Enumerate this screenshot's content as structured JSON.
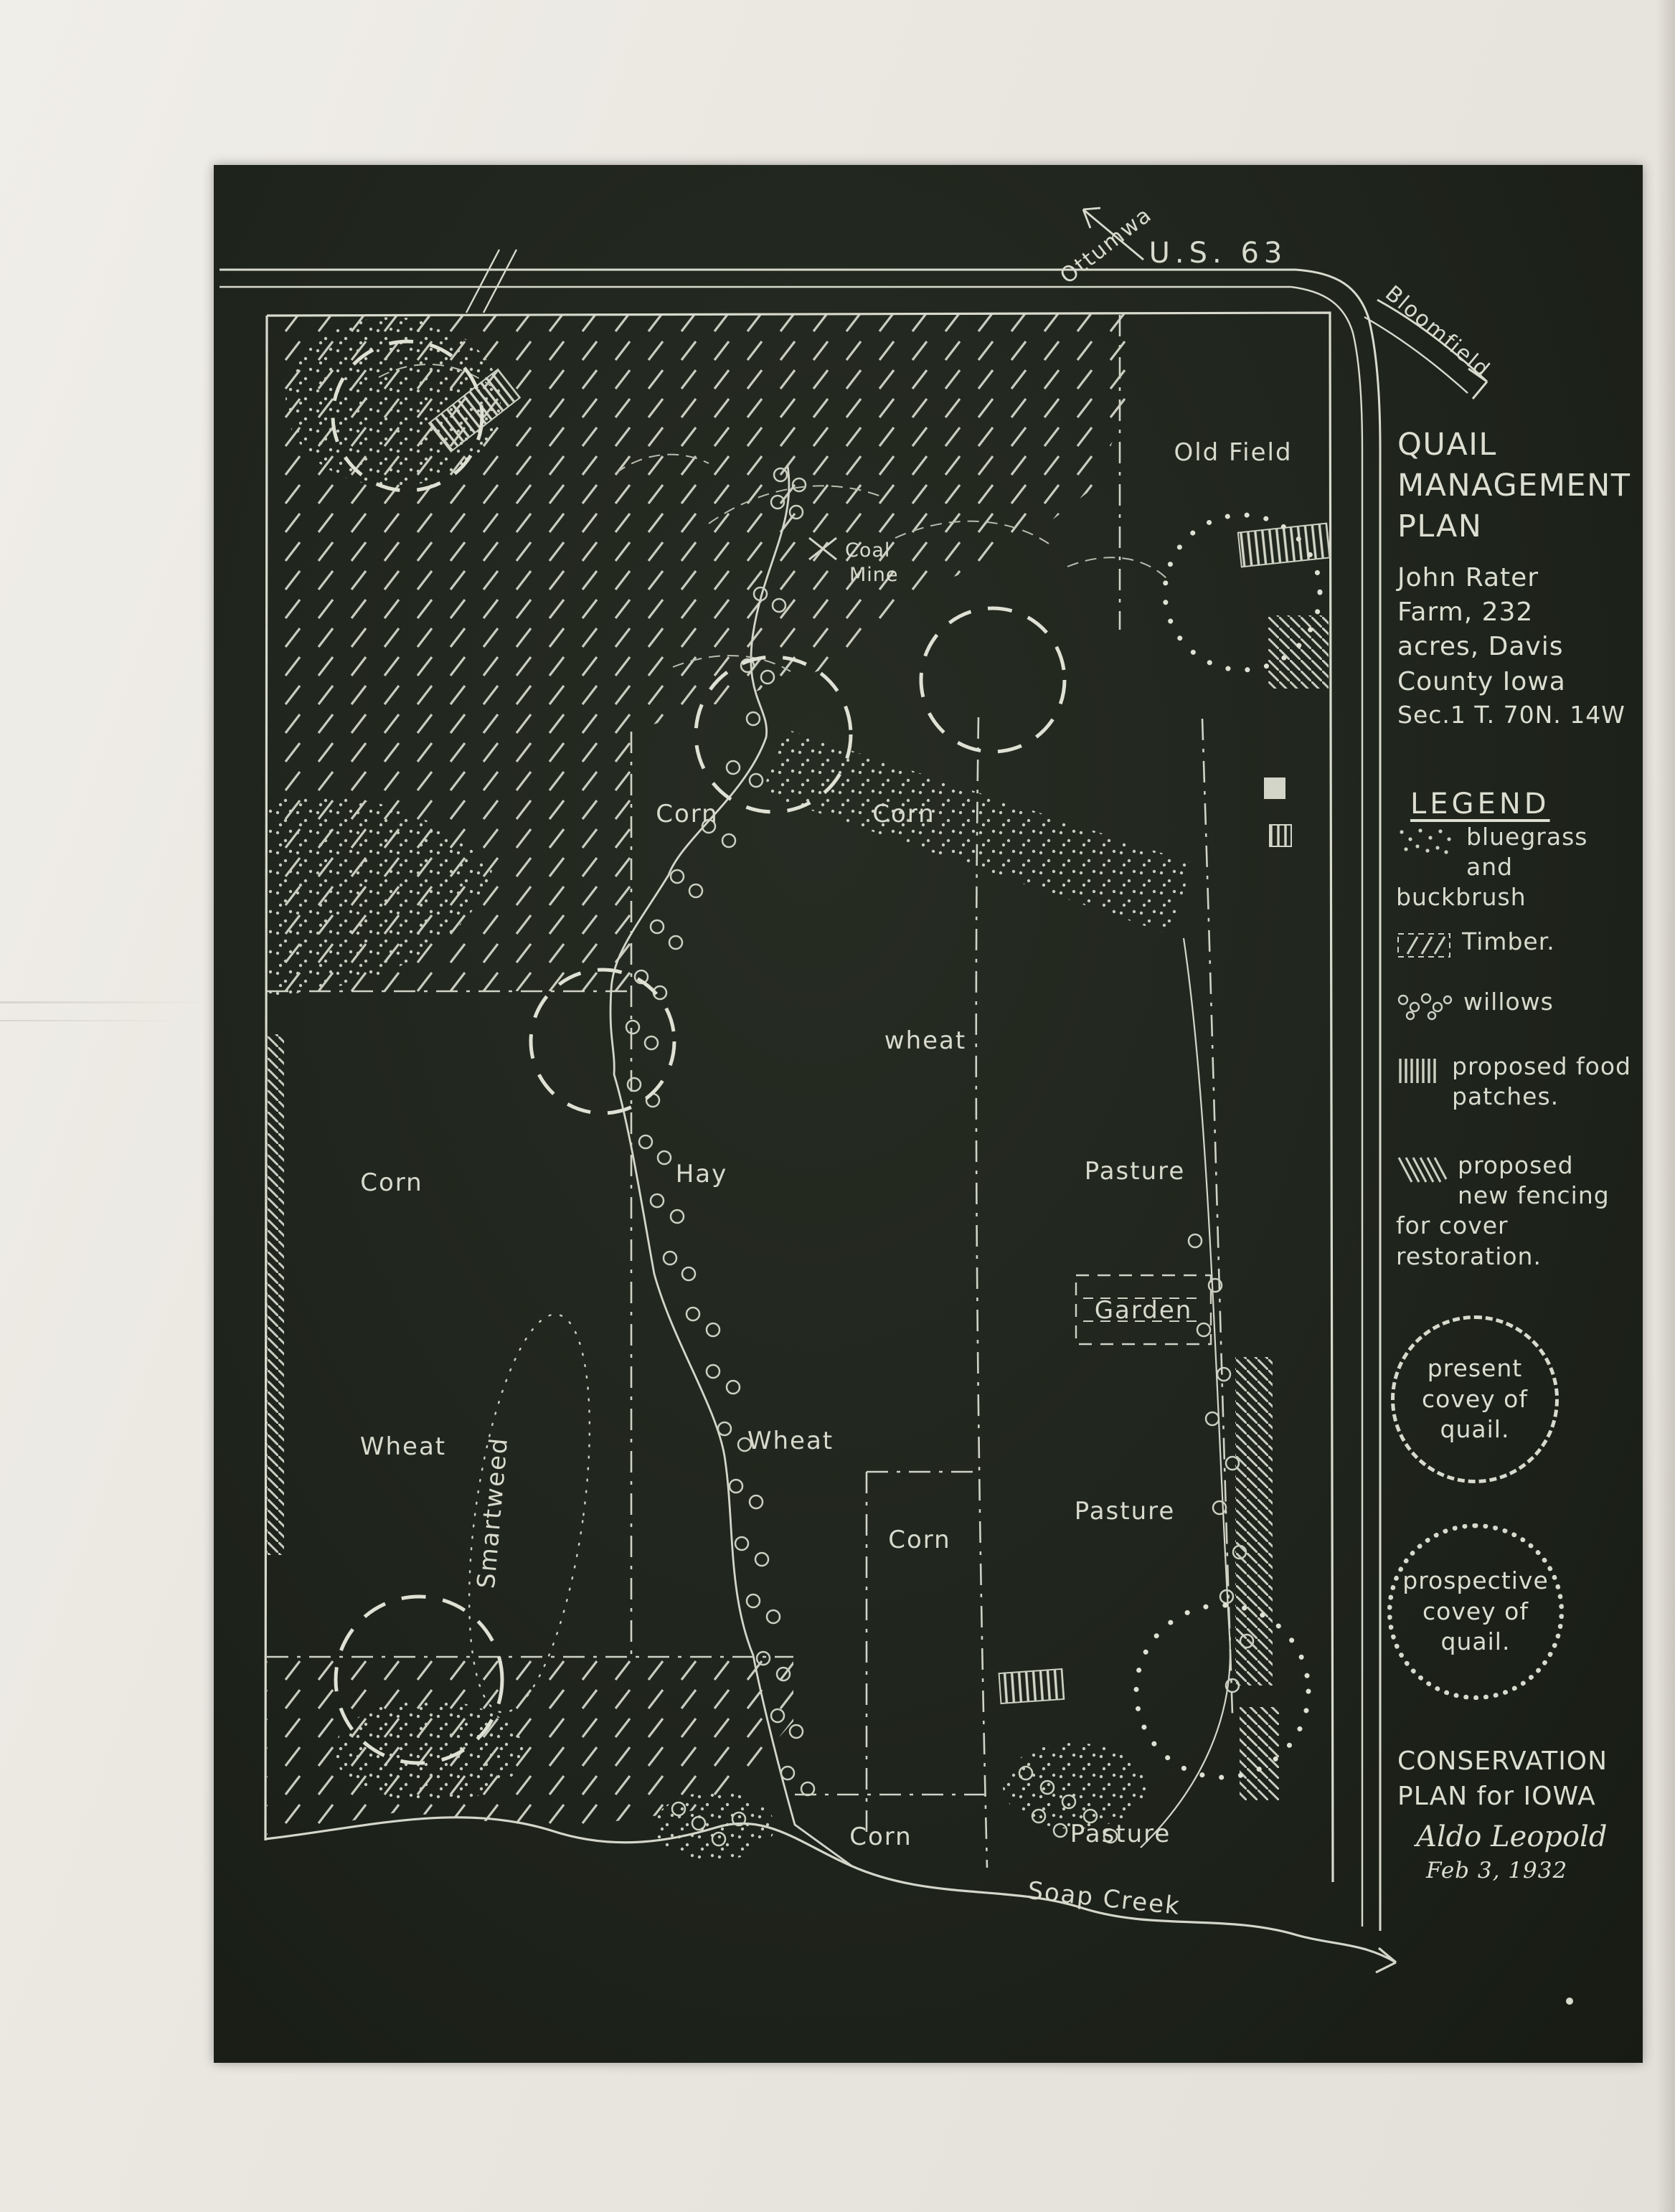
{
  "header": {
    "title_lines": [
      "QUAIL",
      "MANAGEMENT",
      "PLAN"
    ],
    "subtitle_lines": [
      "John Rater",
      "Farm, 232",
      "acres, Davis",
      "County Iowa",
      "Sec.1 T. 70N. 14W"
    ]
  },
  "roads": {
    "highway_label": "U.S. 63",
    "destination_left": "Ottumwa",
    "destination_right": "Bloomfield",
    "creek_label": "Soap Creek"
  },
  "legend": {
    "heading": "LEGEND",
    "items": [
      {
        "symbol": "stipple-swatch",
        "label": "bluegrass and buckbrush"
      },
      {
        "symbol": "diagonal-hatch-swatch",
        "label": "Timber."
      },
      {
        "symbol": "open-circles-swatch",
        "label": "willows"
      },
      {
        "symbol": "vertical-lines-swatch",
        "label": "proposed food patches."
      },
      {
        "symbol": "dense-diagonal-swatch",
        "label": "proposed new fencing for cover restoration."
      }
    ],
    "present_covey_label": "present covey of quail.",
    "prospective_covey_label": "prospective covey of quail."
  },
  "map_labels": {
    "old_field": "Old Field",
    "coal_mine_line1": "Coal",
    "coal_mine_line2": "Mine",
    "corn_nw": "Corn",
    "corn_n": "Corn",
    "wheat_center": "wheat",
    "corn_w": "Corn",
    "hay": "Hay",
    "pasture_e": "Pasture",
    "garden": "Garden",
    "smartweed": "Smartweed",
    "wheat_sw": "Wheat",
    "wheat_s": "Wheat",
    "corn_s": "Corn",
    "pasture_se": "Pasture",
    "corn_bottom": "Corn",
    "pasture_bottom": "Pasture"
  },
  "footer": {
    "line1": "CONSERVATION",
    "line2": "PLAN for IOWA",
    "signature": "Aldo Leopold",
    "date": "Feb 3, 1932"
  },
  "colors": {
    "paper": "#e9e6df",
    "photo_background": "#20251d",
    "ink": "#d8dacd"
  }
}
